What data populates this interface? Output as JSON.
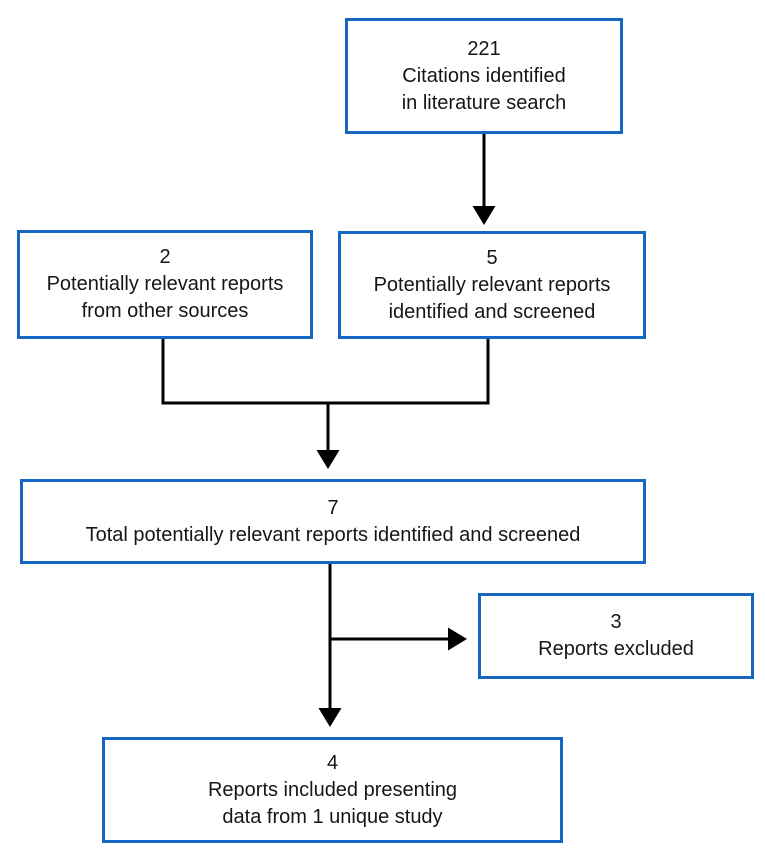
{
  "diagram": {
    "kind": "study-selection-flowchart",
    "colors": {
      "box_border": "#1666C3",
      "arrow": "#000000",
      "background": "#FFFFFF",
      "text": "#161616"
    },
    "nodes": {
      "citations": {
        "count": "221",
        "label": "Citations identified\nin literature search"
      },
      "other_sources": {
        "count": "2",
        "label": "Potentially relevant reports\nfrom other sources"
      },
      "screened": {
        "count": "5",
        "label": "Potentially relevant reports\nidentified and screened"
      },
      "total": {
        "count": "7",
        "label": "Total potentially relevant reports identified and screened"
      },
      "excluded": {
        "count": "3",
        "label": "Reports excluded"
      },
      "included": {
        "count": "4",
        "label": "Reports included presenting\ndata from 1 unique study"
      }
    },
    "edges": [
      {
        "from": "citations",
        "to": "screened"
      },
      {
        "from": "other_sources",
        "to": "total"
      },
      {
        "from": "screened",
        "to": "total"
      },
      {
        "from": "total",
        "to": "excluded"
      },
      {
        "from": "total",
        "to": "included"
      }
    ]
  }
}
